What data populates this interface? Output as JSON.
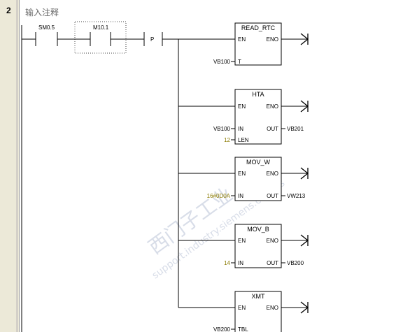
{
  "network": {
    "number": "2",
    "comment": "输入注释"
  },
  "contacts": [
    {
      "label": "SM0.5"
    },
    {
      "label": "M10.1"
    }
  ],
  "p_coil": {
    "label": "P"
  },
  "blocks": [
    {
      "title": "READ_RTC",
      "en": "EN",
      "eno": "ENO",
      "inputs": [
        {
          "pin": "T",
          "operand": "VB100",
          "const": false
        }
      ],
      "outputs": []
    },
    {
      "title": "HTA",
      "en": "EN",
      "eno": "ENO",
      "inputs": [
        {
          "pin": "IN",
          "operand": "VB100",
          "const": false
        },
        {
          "pin": "LEN",
          "operand": "12",
          "const": true
        }
      ],
      "outputs": [
        {
          "pin": "OUT",
          "operand": "VB201"
        }
      ]
    },
    {
      "title": "MOV_W",
      "en": "EN",
      "eno": "ENO",
      "inputs": [
        {
          "pin": "IN",
          "operand": "16#0D0A",
          "const": true
        }
      ],
      "outputs": [
        {
          "pin": "OUT",
          "operand": "VW213"
        }
      ]
    },
    {
      "title": "MOV_B",
      "en": "EN",
      "eno": "ENO",
      "inputs": [
        {
          "pin": "IN",
          "operand": "14",
          "const": true
        }
      ],
      "outputs": [
        {
          "pin": "OUT",
          "operand": "VB200"
        }
      ]
    },
    {
      "title": "XMT",
      "en": "EN",
      "eno": "ENO",
      "inputs": [
        {
          "pin": "TBL",
          "operand": "VB200",
          "const": false
        }
      ],
      "outputs": []
    }
  ],
  "watermark": {
    "line1": "西门子工业",
    "line2": "support.industry.siemens.com/cs"
  }
}
